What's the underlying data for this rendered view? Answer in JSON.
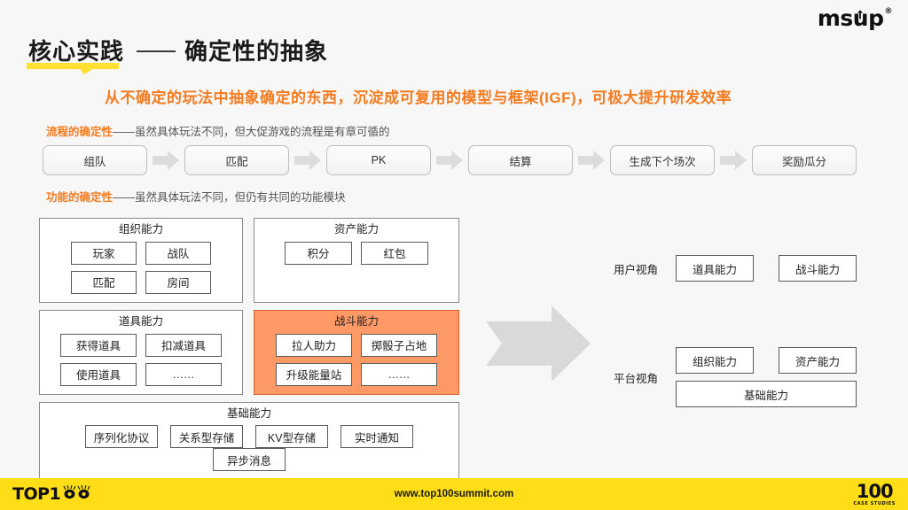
{
  "brand": {
    "logo_text_before": "ms",
    "logo_text_u": "u",
    "logo_text_after": "p",
    "logo_registered": "®"
  },
  "header": {
    "title_highlight": "核心实践",
    "title_rest": "确定性的抽象",
    "subtitle": "从不确定的玩法中抽象确定的东西，沉淀成可复用的模型与框架(IGF)，可极大提升研发效率",
    "highlight_color": "#FFE033",
    "accent_color": "#F47B20"
  },
  "sections": {
    "process": {
      "key": "流程的确定性",
      "dash": "——",
      "desc": "虽然具体玩法不同，但大促游戏的流程是有章可循的"
    },
    "function": {
      "key": "功能的确定性",
      "dash": "——",
      "desc": "虽然具体玩法不同，但仍有共同的功能模块"
    }
  },
  "flow": {
    "steps": [
      {
        "label": "组队"
      },
      {
        "label": "匹配"
      },
      {
        "label": "PK"
      },
      {
        "label": "结算"
      },
      {
        "label": "生成下个场次"
      },
      {
        "label": "奖励瓜分"
      }
    ],
    "arrow_icon": "arrow-right-icon",
    "arrow_color": "#DCDCDC"
  },
  "capabilities": {
    "rows": [
      [
        {
          "title": "组织能力",
          "highlight": false,
          "panel_class": "panel-org",
          "chip_class": "w-org",
          "items": [
            "玩家",
            "战队",
            "匹配",
            "房间"
          ]
        },
        {
          "title": "资产能力",
          "highlight": false,
          "panel_class": "panel-asset",
          "chip_class": "w-asset",
          "items": [
            "积分",
            "红包"
          ]
        }
      ],
      [
        {
          "title": "道具能力",
          "highlight": false,
          "panel_class": "panel-prop",
          "chip_class": "w-prop",
          "items": [
            "获得道具",
            "扣减道具",
            "使用道具",
            "……"
          ]
        },
        {
          "title": "战斗能力",
          "highlight": true,
          "panel_class": "panel-fight",
          "chip_class": "w-prop",
          "items": [
            "拉人助力",
            "掷骰子占地",
            "升级能量站",
            "……"
          ]
        }
      ],
      [
        {
          "title": "基础能力",
          "highlight": false,
          "panel_class": "panel-base",
          "chip_class": "w-base",
          "items": [
            "序列化协议",
            "关系型存储",
            "KV型存储",
            "实时通知",
            "异步消息"
          ]
        }
      ]
    ],
    "highlight_fill": "#FF9966",
    "highlight_border": "#E2622C"
  },
  "transform_arrow": {
    "icon": "big-arrow-right-icon",
    "color": "#D9D9D9"
  },
  "views": [
    {
      "id": "user",
      "label": "用户视角",
      "rows": [
        [
          {
            "label": "道具能力",
            "wide": false
          },
          {
            "label": "战斗能力",
            "wide": false
          }
        ]
      ]
    },
    {
      "id": "platform",
      "label": "平台视角",
      "rows": [
        [
          {
            "label": "组织能力",
            "wide": false
          },
          {
            "label": "资产能力",
            "wide": false
          }
        ],
        [
          {
            "label": "基础能力",
            "wide": true
          }
        ]
      ]
    }
  ],
  "footer": {
    "brand_left": "TOP1",
    "brand_left_icon": "owl-eyes-icon",
    "url": "www.top100summit.com",
    "brand_right_number": "100",
    "brand_right_caption": "CASE STUDIES",
    "background": "#FFDE17"
  }
}
